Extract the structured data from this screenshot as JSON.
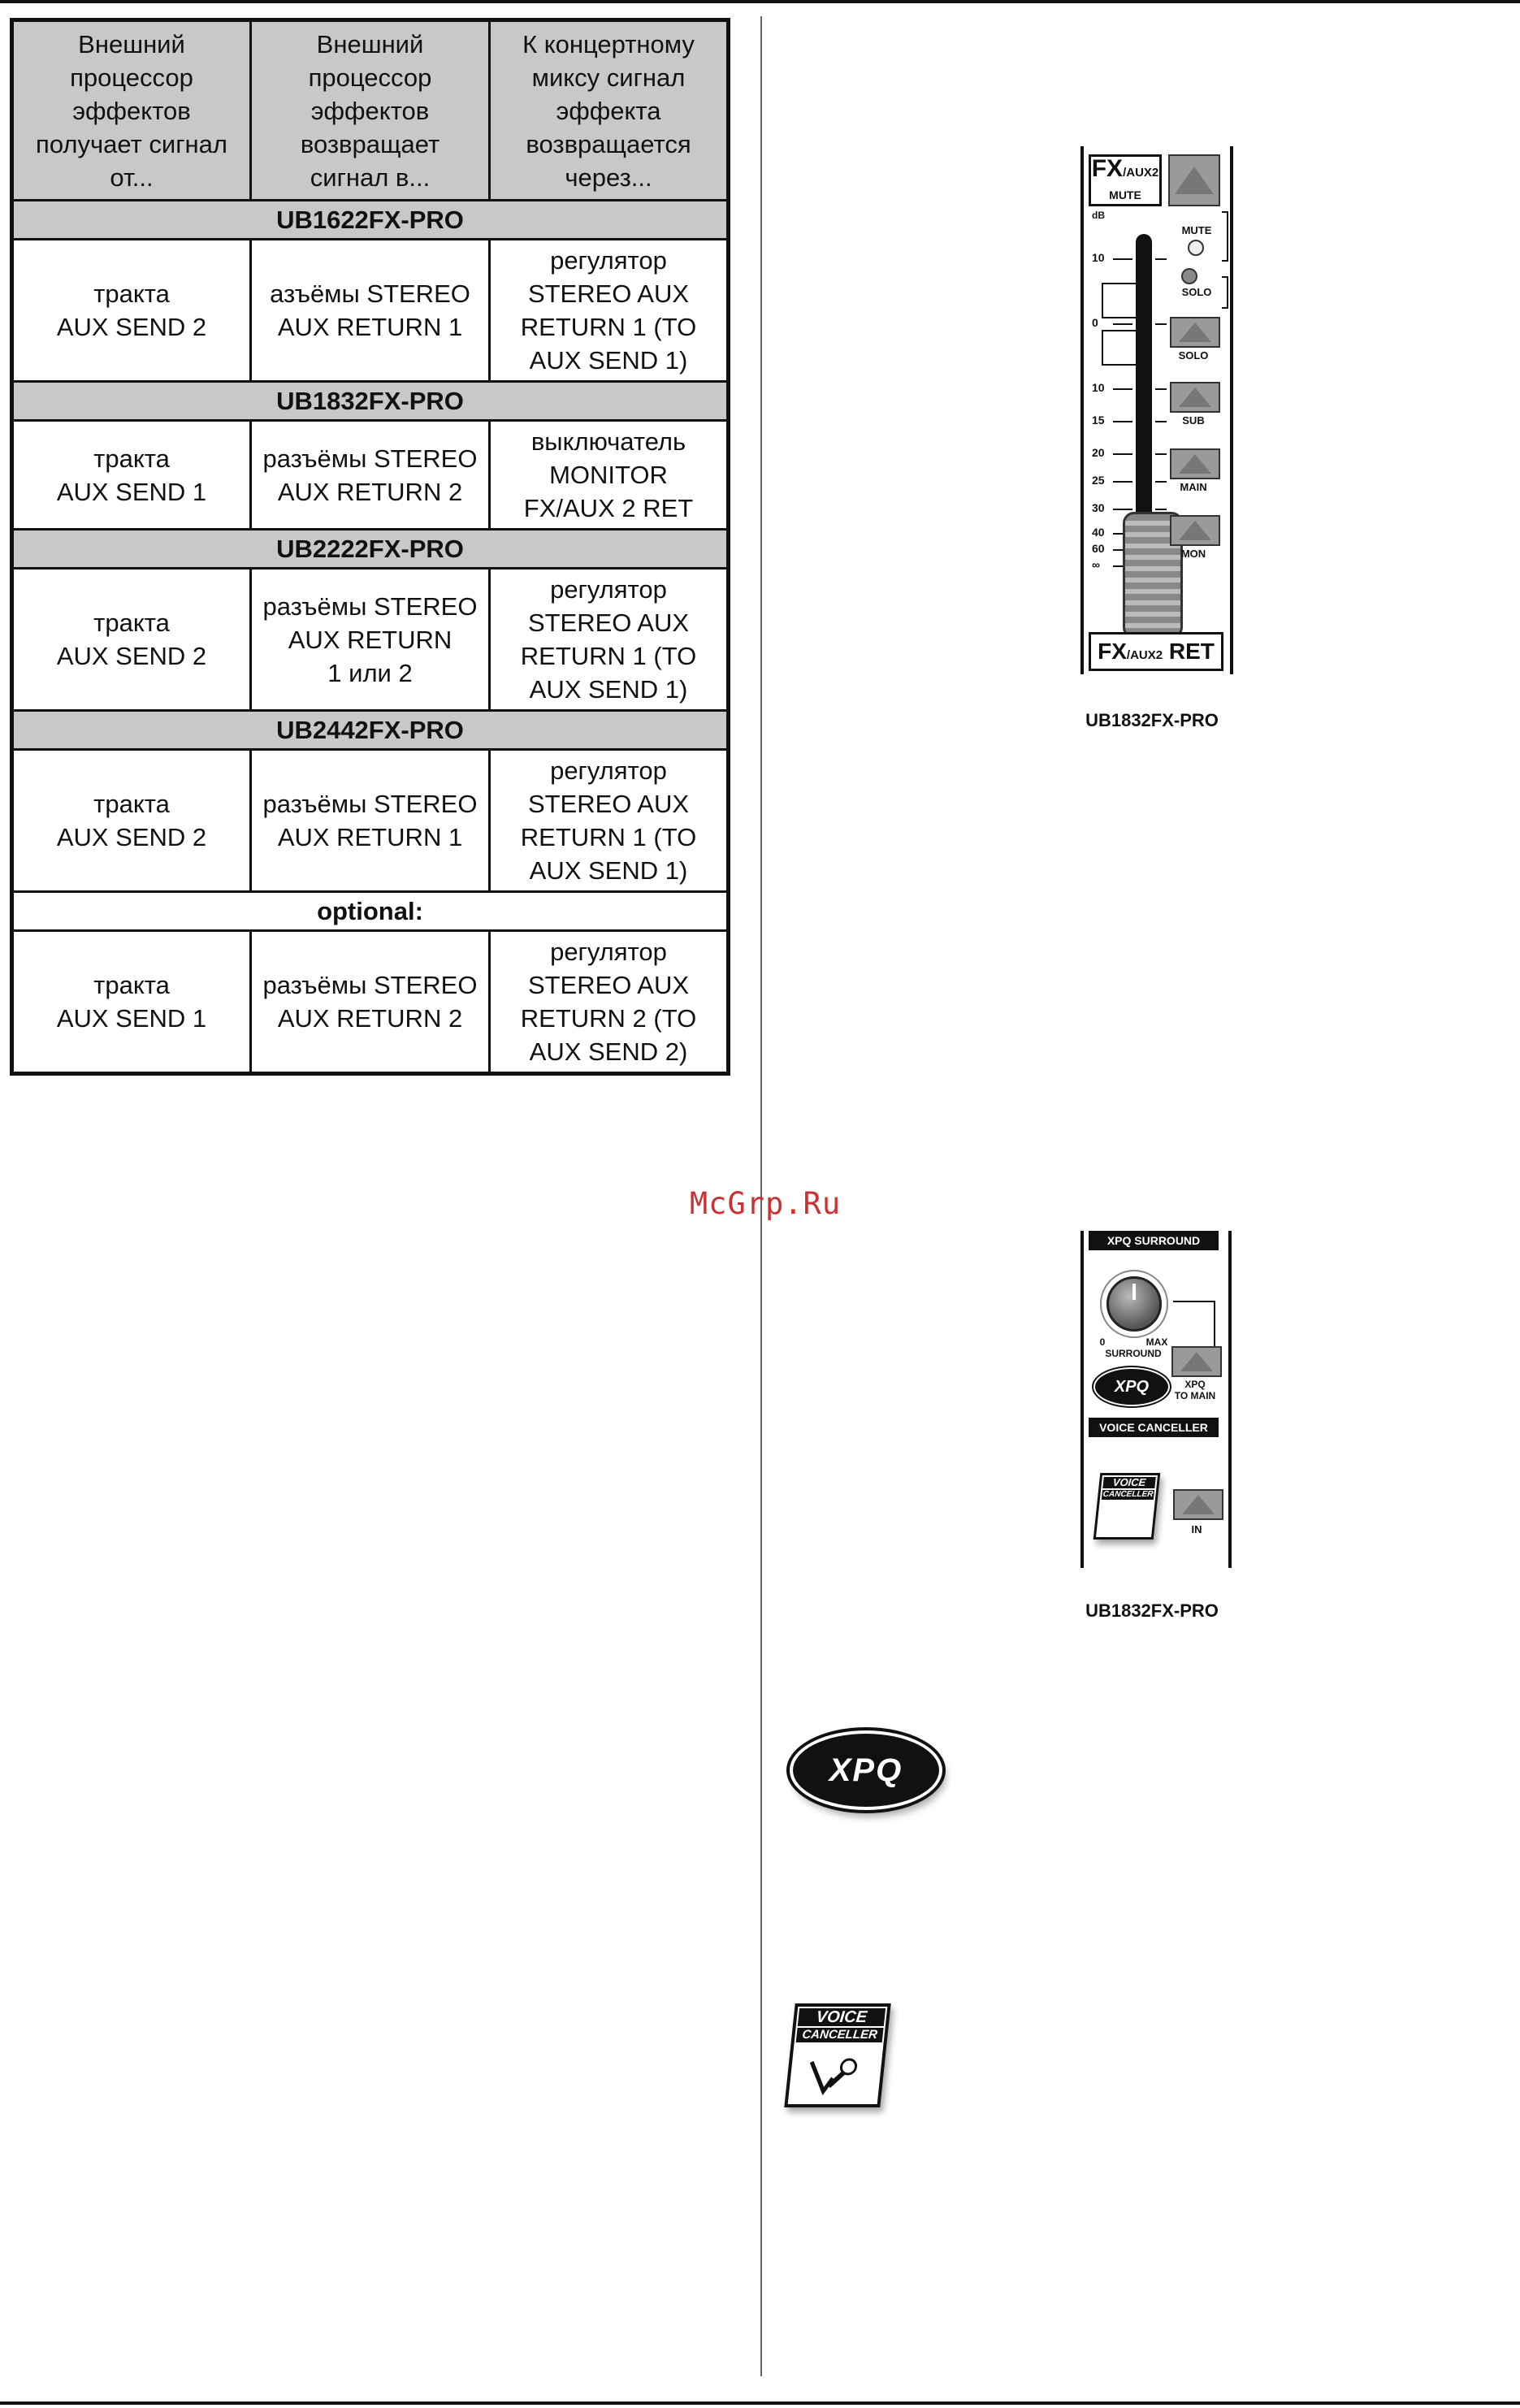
{
  "table": {
    "headers": [
      [
        "Внешний",
        "процессор",
        "эффектов",
        "получает сигнал",
        "от..."
      ],
      [
        "Внешний",
        "процессор",
        "эффектов",
        "возвращает",
        "сигнал в..."
      ],
      [
        "К концертному",
        "миксу сигнал",
        "эффекта",
        "возвращается",
        "через..."
      ]
    ],
    "sections": [
      {
        "model": "UB1622FX-PRO",
        "rows": [
          [
            [
              "тракта",
              "AUX SEND 2"
            ],
            [
              "азъёмы STEREO",
              "AUX RETURN 1"
            ],
            [
              "регулятор",
              "STEREO AUX",
              "RETURN 1 (TO",
              "AUX SEND 1)"
            ]
          ]
        ]
      },
      {
        "model": "UB1832FX-PRO",
        "rows": [
          [
            [
              "тракта",
              "AUX SEND 1"
            ],
            [
              "разъёмы STEREO",
              "AUX RETURN 2"
            ],
            [
              "выключатель",
              "MONITOR",
              "FX/AUX 2 RET"
            ]
          ]
        ]
      },
      {
        "model": "UB2222FX-PRO",
        "rows": [
          [
            [
              "тракта",
              "AUX SEND 2"
            ],
            [
              "разъёмы STEREO",
              "AUX RETURN",
              "1 или 2"
            ],
            [
              "регулятор",
              "STEREO AUX",
              "RETURN 1 (TO",
              "AUX SEND 1)"
            ]
          ]
        ]
      },
      {
        "model": "UB2442FX-PRO",
        "rows": [
          [
            [
              "тракта",
              "AUX SEND 2"
            ],
            [
              "разъёмы STEREO",
              "AUX RETURN 1"
            ],
            [
              "регулятор",
              "STEREO AUX",
              "RETURN 1 (TO",
              "AUX SEND 1)"
            ]
          ]
        ]
      }
    ],
    "optional_label": "optional:",
    "optional_row": [
      [
        "тракта",
        "AUX SEND 1"
      ],
      [
        "разъёмы STEREO",
        "AUX RETURN 2"
      ],
      [
        "регулятор",
        "STEREO AUX",
        "RETURN 2 (TO",
        "AUX SEND 2)"
      ]
    ]
  },
  "watermark": "McGrp.Ru",
  "figure1": {
    "fx_big": "FX",
    "fx_small": "/AUX2",
    "mute_label": "MUTE",
    "db_label": "dB",
    "scale": [
      "10",
      "0",
      "10",
      "15",
      "20",
      "25",
      "30",
      "40",
      "60",
      "∞"
    ],
    "side_mute": "MUTE",
    "side_solo_led": "SOLO",
    "btn_labels": [
      "SOLO",
      "SUB",
      "MAIN",
      "MON"
    ],
    "bottom_big": "FX",
    "bottom_small": "/AUX2",
    "bottom_ret": "RET",
    "caption": "UB1832FX-PRO"
  },
  "figure2": {
    "title": "XPQ SURROUND",
    "knob_min": "0",
    "knob_max": "MAX",
    "knob_label": "SURROUND",
    "xpq_logo": "XPQ",
    "btn_label_1": "XPQ",
    "btn_label_2": "TO MAIN",
    "band2": "VOICE CANCELLER",
    "vc_t1": "VOICE",
    "vc_t2": "CANCELLER",
    "in_label": "IN",
    "caption": "UB1832FX-PRO"
  },
  "logos": {
    "xpq": "XPQ",
    "vc_t1": "VOICE",
    "vc_t2": "CANCELLER"
  }
}
